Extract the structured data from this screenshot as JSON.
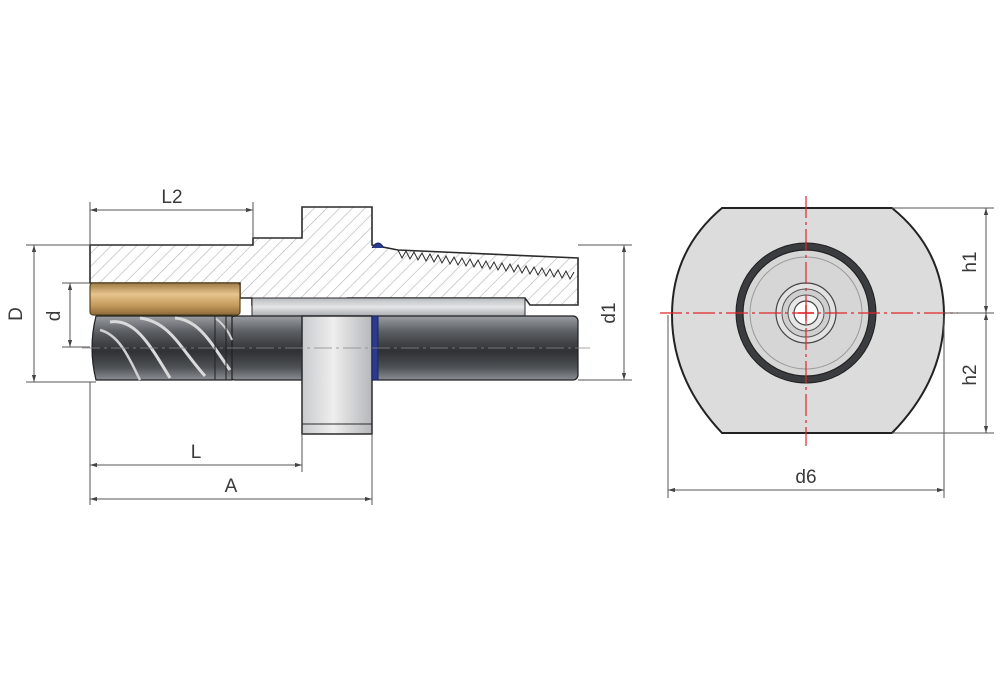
{
  "drawing": {
    "dimensions": {
      "L2": "L2",
      "D": "D",
      "d": "d",
      "d1": "d1",
      "L": "L",
      "A": "A",
      "h1": "h1",
      "h2": "h2",
      "d6": "d6"
    },
    "colors": {
      "line": "#2b2b2b",
      "dim_line": "#555555",
      "hatch": "#b8bcc2",
      "steel_light": "#dcdcdc",
      "steel_dark": "#3d3f42",
      "brass": "#c9a26a",
      "center_line": "#e0262b",
      "o_ring": "#2a3a8c"
    }
  }
}
